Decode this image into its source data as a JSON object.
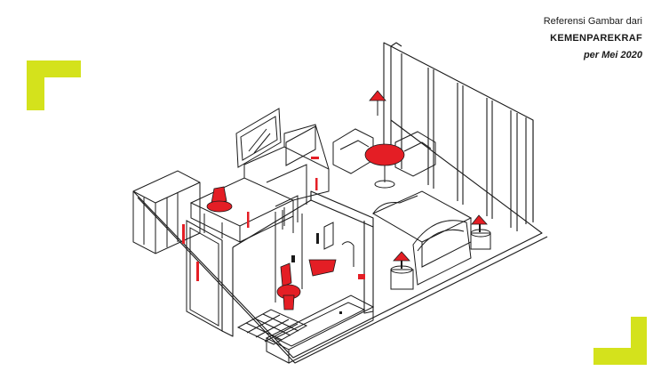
{
  "caption": {
    "line1": "Referensi Gambar dari",
    "line2": "KEMENPAREKRAF",
    "line3": "per Mei 2020"
  },
  "colors": {
    "accent_red": "#e41e25",
    "corner_lime": "#d4e21c",
    "line": "#1a1a1a"
  },
  "diagram": {
    "subject": "isometric hotel room layout with bathroom, wardrobe, desk, bed and seating area"
  }
}
